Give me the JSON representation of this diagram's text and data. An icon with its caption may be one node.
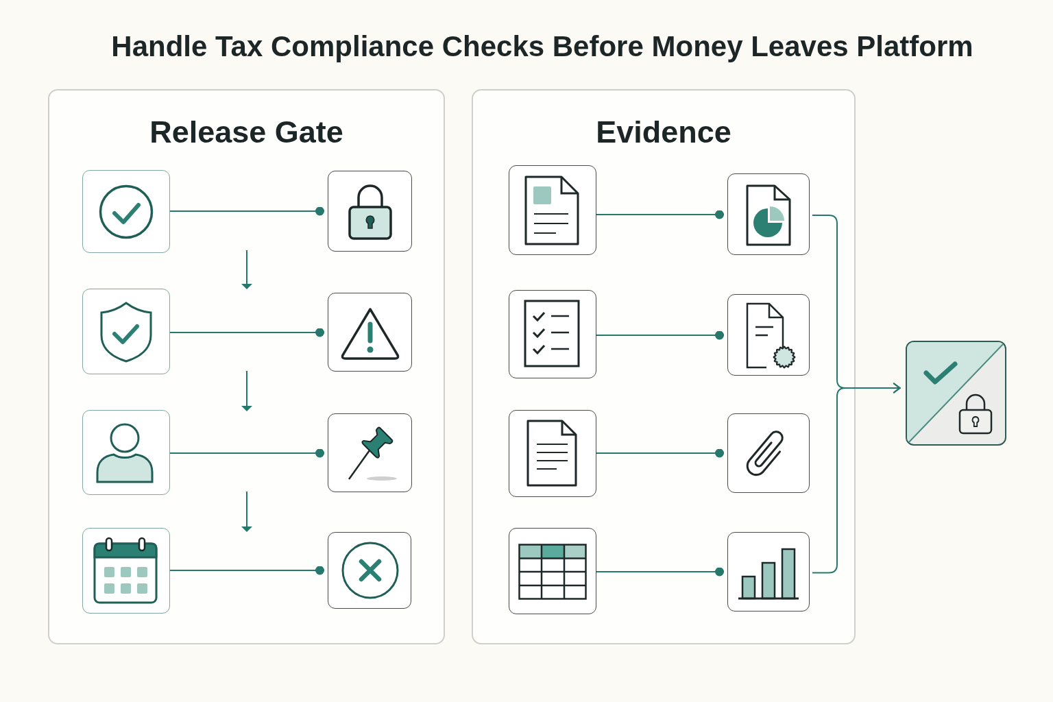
{
  "diagram": {
    "title": "Handle Tax Compliance Checks Before Money Leaves Platform",
    "nodes": [
      {
        "text": [
          "Release Gate"
        ]
      },
      {
        "text": [],
        "shape": "box",
        "in": 0
      },
      {
        "text": [],
        "shape": "box",
        "in": 0
      },
      {
        "text": [],
        "shape": "box",
        "in": 0
      },
      {
        "text": [],
        "shape": "box",
        "in": 0
      },
      {
        "text": [],
        "shape": "box",
        "in": 0
      },
      {
        "text": [],
        "shape": "box",
        "in": 0
      },
      {
        "text": [],
        "shape": "box",
        "in": 0
      },
      {
        "text": [],
        "shape": "box",
        "in": 0
      },
      {
        "text": [
          "Evidence"
        ]
      },
      {
        "text": [],
        "shape": "box",
        "in": 9
      },
      {
        "text": [],
        "shape": "box",
        "in": 9
      },
      {
        "text": [],
        "shape": "box",
        "in": 9
      },
      {
        "text": [],
        "shape": "box",
        "in": 9
      },
      {
        "text": [],
        "shape": "box",
        "in": 9
      },
      {
        "text": [],
        "shape": "box",
        "in": 9
      },
      {
        "text": [],
        "shape": "box",
        "in": 9
      },
      {
        "text": [],
        "shape": "box",
        "in": 9
      },
      {
        "text": [],
        "shape": "box"
      }
    ],
    "edges": [
      {
        "from": 1,
        "to": 2,
        "arrow": "other"
      },
      {
        "from": 3,
        "to": 4,
        "arrow": "other"
      },
      {
        "from": 5,
        "to": 6,
        "arrow": "other"
      },
      {
        "from": 7,
        "to": 8,
        "arrow": "other"
      },
      {
        "from": 10,
        "to": 11,
        "arrow": "other"
      },
      {
        "from": 12,
        "to": 13,
        "arrow": "other"
      },
      {
        "from": 14,
        "to": 15,
        "arrow": "other"
      },
      {
        "from": 16,
        "to": 17,
        "arrow": "other"
      },
      {
        "from": 11,
        "to": 18,
        "arrow": "to"
      },
      {
        "from": 17,
        "to": 18,
        "arrow": "to"
      }
    ]
  }
}
